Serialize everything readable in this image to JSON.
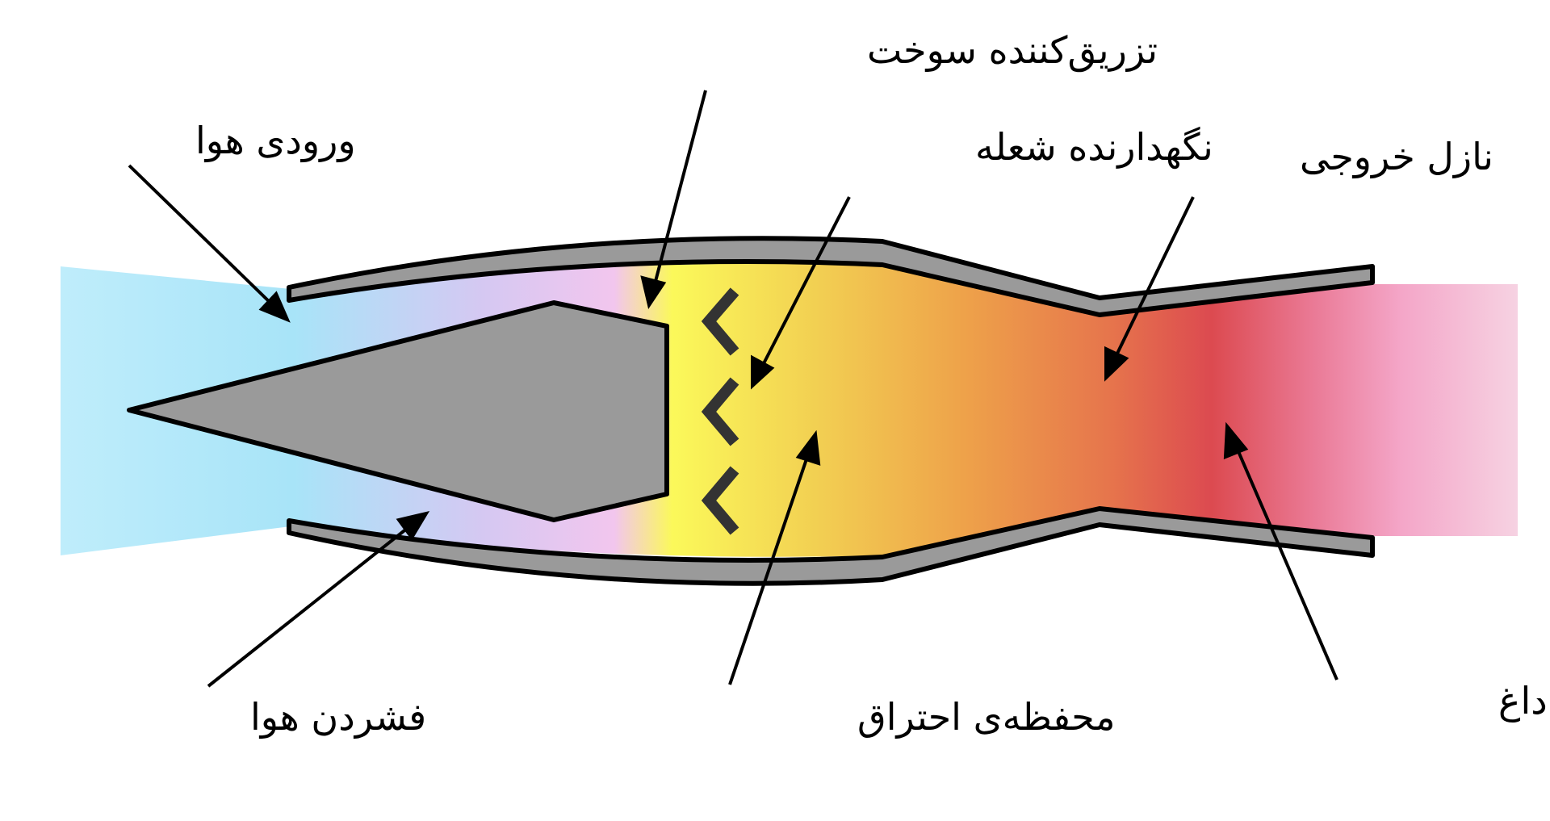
{
  "labels": {
    "fuel_injector": "تزریق‌کننده سوخت",
    "air_inlet": "ورودی هوا",
    "flame_holder": "نگهدارنده شعله",
    "exhaust_nozzle": "نازل خروجی",
    "air_compression": "فشردن هوا",
    "combustion_chamber": "محفظه‌ی احتراق",
    "hot_gas_exhaust": "خروجی گازهای داغ"
  },
  "colors": {
    "intake_air": "#aee7f8",
    "compressed_air": "#f2c6ee",
    "fuel_zone": "#fbf95a",
    "combustion": "#f0a048",
    "throat_hot": "#dc4a50",
    "exhaust": "#f4a6c8",
    "casing": "#9a9a9a",
    "outline": "#000000",
    "flame_holder": "#333333"
  }
}
